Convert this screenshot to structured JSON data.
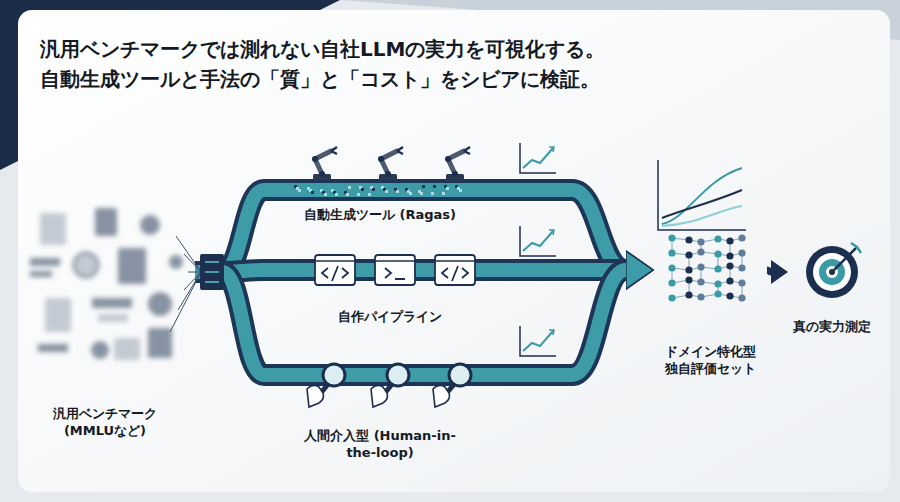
{
  "diagram": {
    "title": "汎用ベンチマークでは測れない自社LLMの実力を可視化する。 自動生成ツールと手法の「質」と「コスト」をシビアに検証。",
    "nodes": [
      {
        "text": [
          "汎用ベンチマーク (MMLUなど)"
        ]
      },
      {
        "text": [
          "自動生成ツール (Ragas)"
        ]
      },
      {
        "text": [
          "自作パイプライン"
        ]
      },
      {
        "text": [
          "人間介入型 (Human-in-the-loop)"
        ]
      },
      {
        "text": [
          "ドメイン特化型 独自評価セット"
        ]
      },
      {
        "text": [
          "真の実力測定"
        ]
      }
    ],
    "edges": [
      {
        "from": 0,
        "to": 1,
        "arrow": "none"
      },
      {
        "from": 0,
        "to": 2,
        "arrow": "none"
      },
      {
        "from": 0,
        "to": 3,
        "arrow": "none"
      },
      {
        "from": 1,
        "to": 4,
        "arrow": "to"
      },
      {
        "from": 2,
        "to": 4,
        "arrow": "to"
      },
      {
        "from": 3,
        "to": 4,
        "arrow": "to"
      },
      {
        "from": 4,
        "to": 5,
        "arrow": "to"
      }
    ]
  }
}
